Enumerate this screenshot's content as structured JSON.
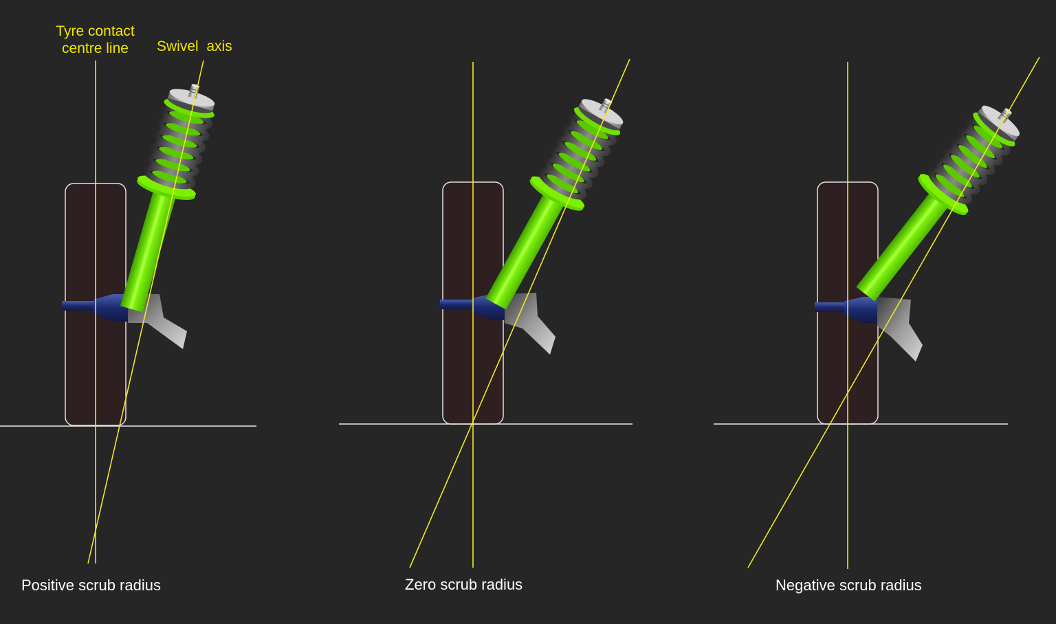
{
  "labels": {
    "tyre_contact_line1": "Tyre contact",
    "tyre_contact_line2": "centre line",
    "swivel_axis": "Swivel  axis"
  },
  "panels": [
    {
      "caption": "Positive scrub radius"
    },
    {
      "caption": "Zero scrub radius"
    },
    {
      "caption": "Negative scrub radius"
    }
  ],
  "colors": {
    "background": "#262626",
    "annotation_text": "#f2e600",
    "reference_line": "#f0e628",
    "caption_text": "#ffffff",
    "tyre_fill": "#2e1f20",
    "tyre_outline": "#e8dede",
    "ground_line": "#e8e8e8",
    "spring_green": "#7df000",
    "spring_grey": "#5a5a5a",
    "hub_blue": "#1f2c78",
    "knuckle_grey": "#8a8a8a"
  }
}
